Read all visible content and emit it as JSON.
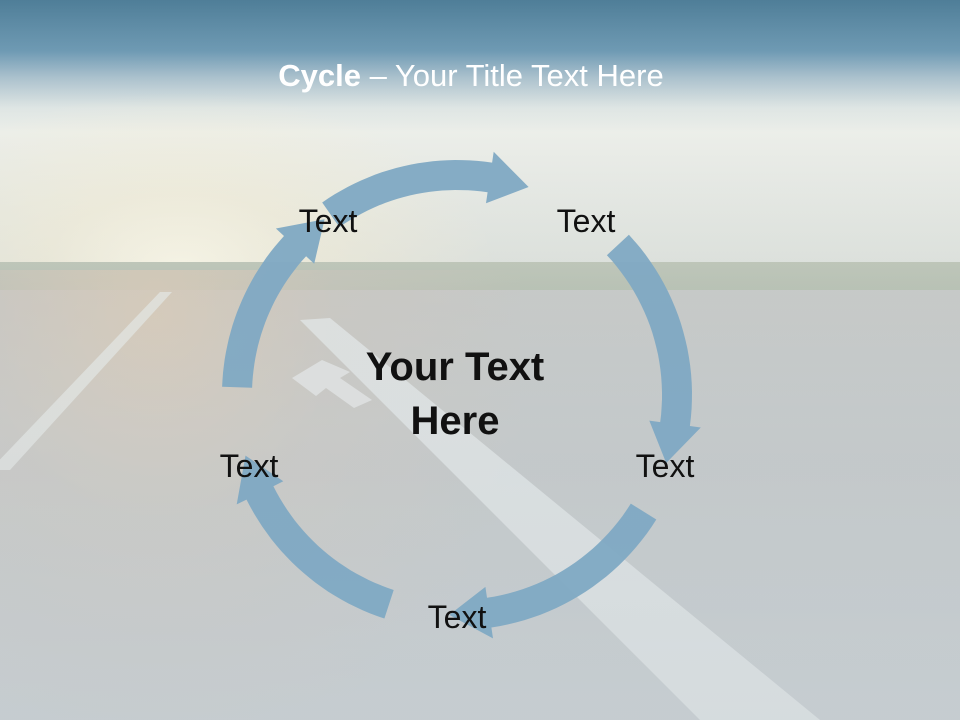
{
  "title": {
    "bold": "Cycle",
    "rest": " – Your Title Text Here"
  },
  "center_text": {
    "line1": "Your Text",
    "line2": "Here"
  },
  "nodes": [
    {
      "label": "Text"
    },
    {
      "label": "Text"
    },
    {
      "label": "Text"
    },
    {
      "label": "Text"
    },
    {
      "label": "Text"
    }
  ],
  "colors": {
    "arrow_fill": "#7fa9c3",
    "title_text": "#ffffff",
    "label_text": "#111111"
  }
}
